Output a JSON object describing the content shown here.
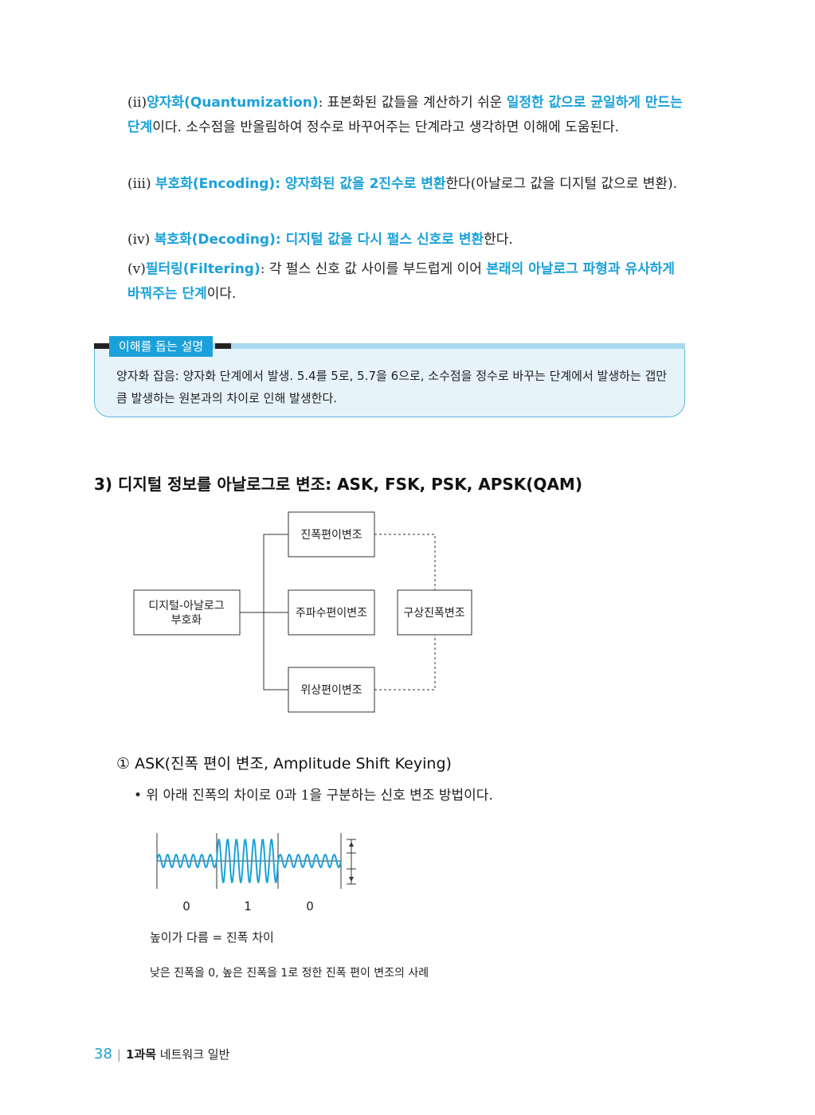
{
  "items": [
    {
      "num": "(ii)",
      "term": "양자화(Quantumization)",
      "colon": ": 표본화된 값들을 계산하기 쉬운 ",
      "em": "일정한 값으로 균일하게 만드는 단계",
      "rest": "이다. 소수점을 반올림하여 정수로 바꾸어주는 단계라고 생각하면 이해에 도움된다."
    },
    {
      "num": "(iii)",
      "term": "부호화(Encoding)",
      "colon": ": ",
      "em": "양자화된 값을 2진수로 변환",
      "rest": "한다(아날로그 값을 디지털 값으로 변환)."
    },
    {
      "num": "(iv)",
      "term": "복호화(Decoding)",
      "colon": ": ",
      "em": "디지털 값을 다시 펄스 신호로 변환",
      "rest": "한다."
    },
    {
      "num": "(v)",
      "term": "필터링(Filtering)",
      "colon": ": 각 펄스 신호 값 사이를 부드럽게 이어 ",
      "em": "본래의 아날로그 파형과 유사하게 바꿔주는 단계",
      "rest": "이다."
    }
  ],
  "infobox": {
    "title": "이해를 돕는 설명",
    "text": "양자화 잡음: 양자화 단계에서 발생. 5.4를 5로, 5.7을 6으로, 소수점을 정수로 바꾸는 단계에서 발생하는 갭만큼 발생하는 원본과의 차이로 인해 발생한다."
  },
  "section_title": "3) 디지털 정보를 아날로그로 변조: ASK, FSK, PSK, APSK(QAM)",
  "diagram": {
    "root_line1": "디지털-아날로그",
    "root_line2": "부호화",
    "ask": "진폭편이변조",
    "fsk": "주파수편이변조",
    "psk": "위상편이변조",
    "qam": "구상진폭변조"
  },
  "ask_section": {
    "title": "① ASK(진폭 편이 변조, Amplitude Shift Keying)",
    "bullet": "• 위 아래 진폭의 차이로 0과 1을 구분하는 신호 변조 방법이다.",
    "bits": [
      "0",
      "1",
      "0"
    ],
    "caption1": "높이가 다름 = 진폭 차이",
    "caption2": "낮은 진폭을 0, 높은 진폭을 1로 정한 진폭 편이 변조의 사례",
    "wave_color": "#1ba1d9"
  },
  "footer": {
    "page": "38",
    "sep": "|",
    "subject": "1과목",
    "chapter": "네트워크 일반"
  },
  "colors": {
    "accent": "#1ba1d9",
    "box_bg": "#e6f3fa"
  }
}
